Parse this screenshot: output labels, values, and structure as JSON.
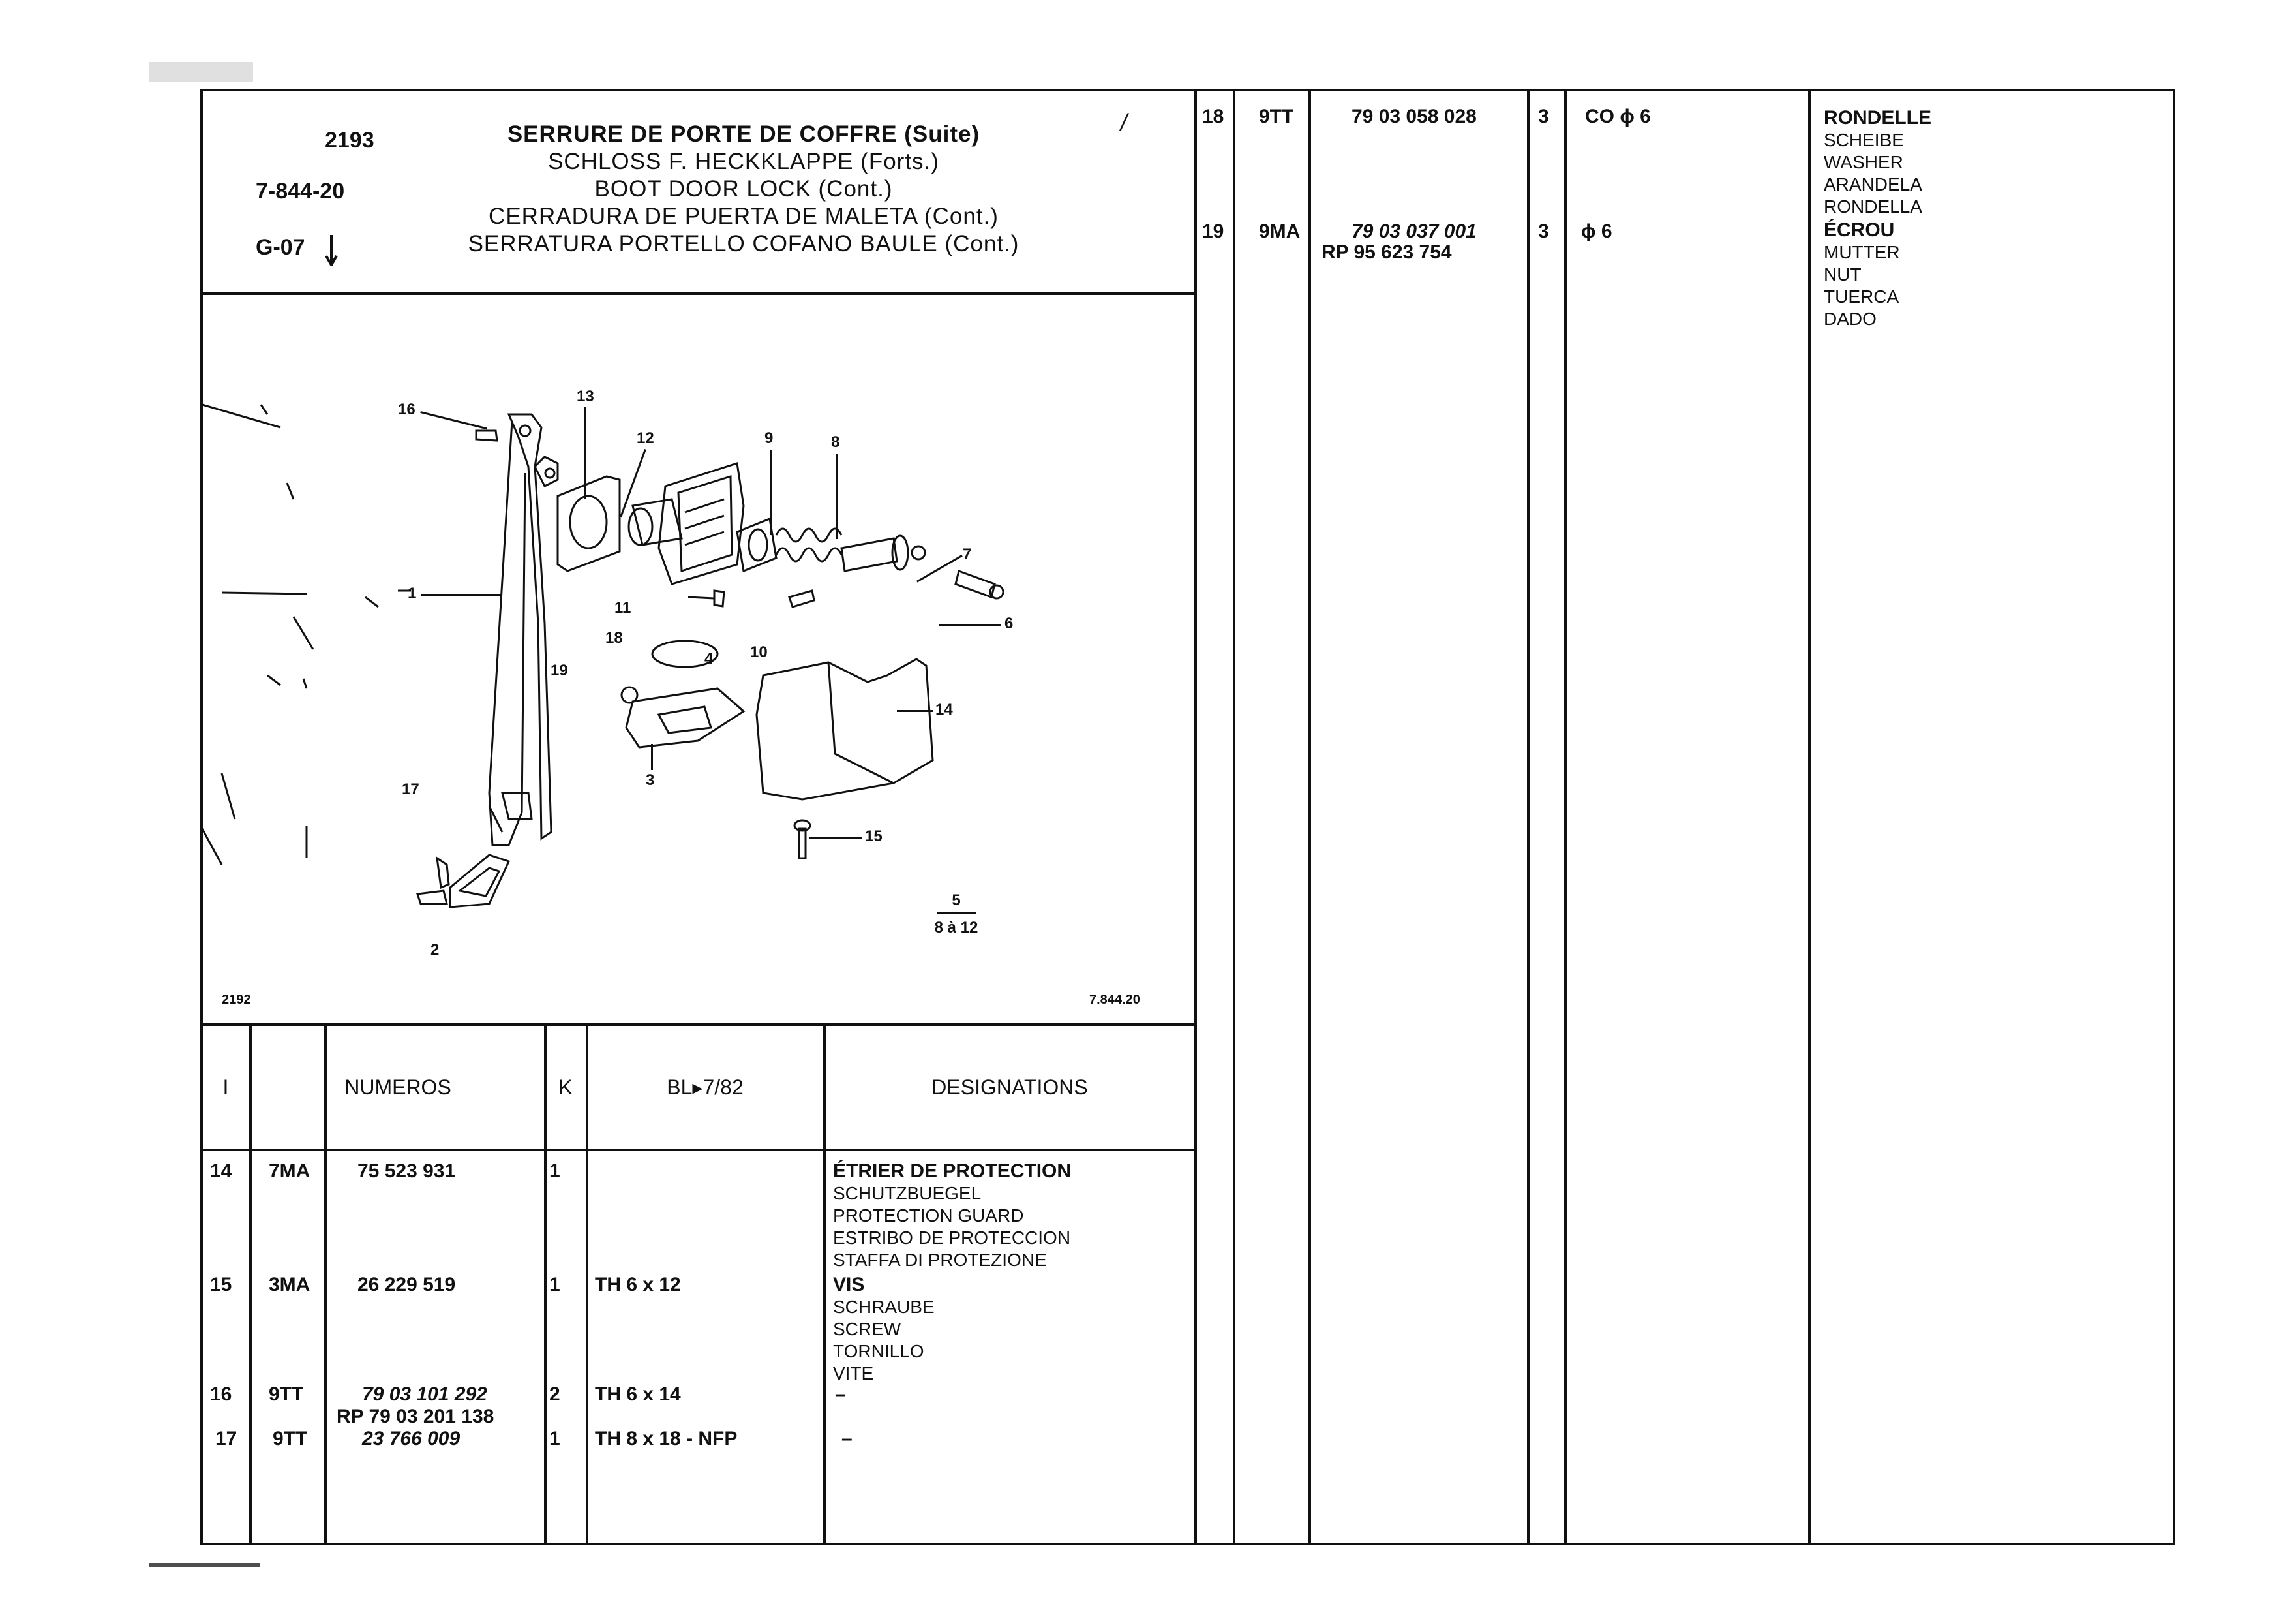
{
  "header": {
    "page_ref": "2193",
    "group_ref": "7-844-20",
    "section_ref": "G-07",
    "page_mark": "/",
    "titles": [
      "SERRURE DE PORTE DE COFFRE (Suite)",
      "SCHLOSS F. HECKKLAPPE (Forts.)",
      "BOOT DOOR LOCK (Cont.)",
      "CERRADURA DE PUERTA DE MALETA (Cont.)",
      "SERRATURA PORTELLO COFANO BAULE (Cont.)"
    ]
  },
  "illustration": {
    "left_ref": "2192",
    "right_ref": "7.844.20",
    "callouts": [
      "1",
      "2",
      "3",
      "4",
      "6",
      "7",
      "8",
      "9",
      "10",
      "11",
      "12",
      "13",
      "14",
      "15",
      "16",
      "17",
      "18",
      "19"
    ],
    "note_top": "5",
    "note_bottom": "8 à 12"
  },
  "columns": {
    "index": "I",
    "numbers": "NUMEROS",
    "k": "K",
    "bl": "BL▸7/82",
    "designations": "DESIGNATIONS"
  },
  "rows": [
    {
      "index": "14",
      "code": "7MA",
      "number": "75 523 931",
      "number_2": "",
      "qty": "1",
      "dim": "",
      "title": "ÉTRIER DE PROTECTION",
      "lines": [
        "SCHUTZBUEGEL",
        "PROTECTION GUARD",
        "ESTRIBO DE PROTECCION",
        "STAFFA DI PROTEZIONE"
      ]
    },
    {
      "index": "15",
      "code": "3MA",
      "number": "26 229 519",
      "number_2": "",
      "qty": "1",
      "dim": "TH 6 x 12",
      "title": "VIS",
      "lines": [
        "SCHRAUBE",
        "SCREW",
        "TORNILLO",
        "VITE"
      ]
    },
    {
      "index": "16",
      "code": "9TT",
      "number": "79 03 101 292",
      "number_2": "RP 79 03 201 138",
      "qty": "2",
      "dim": "TH 6 x 14",
      "title": "–",
      "lines": []
    },
    {
      "index": "17",
      "code": "9TT",
      "number": "23 766 009",
      "number_2": "",
      "qty": "1",
      "dim": "TH 8 x 18 - NFP",
      "title": "–",
      "lines": []
    },
    {
      "index": "18",
      "code": "9TT",
      "number": "79 03 058 028",
      "number_2": "",
      "qty": "3",
      "dim": "CO ϕ 6",
      "title": "RONDELLE",
      "lines": [
        "SCHEIBE",
        "WASHER",
        "ARANDELA",
        "RONDELLA"
      ]
    },
    {
      "index": "19",
      "code": "9MA",
      "number": "79 03 037 001",
      "number_2": "RP 95 623 754",
      "qty": "3",
      "dim": "ϕ 6",
      "title": "ÉCROU",
      "lines": [
        "MUTTER",
        "NUT",
        "TUERCA",
        "DADO"
      ]
    }
  ]
}
